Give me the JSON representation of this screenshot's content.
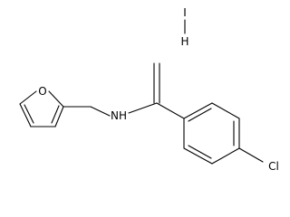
{
  "structure": {
    "atoms": {
      "iodine": "I",
      "hydrogen": "H",
      "furan_oxygen": "O",
      "amine": "NH",
      "chlorine": "Cl"
    }
  },
  "colors": {
    "ink": "#000000",
    "background": "#ffffff"
  }
}
